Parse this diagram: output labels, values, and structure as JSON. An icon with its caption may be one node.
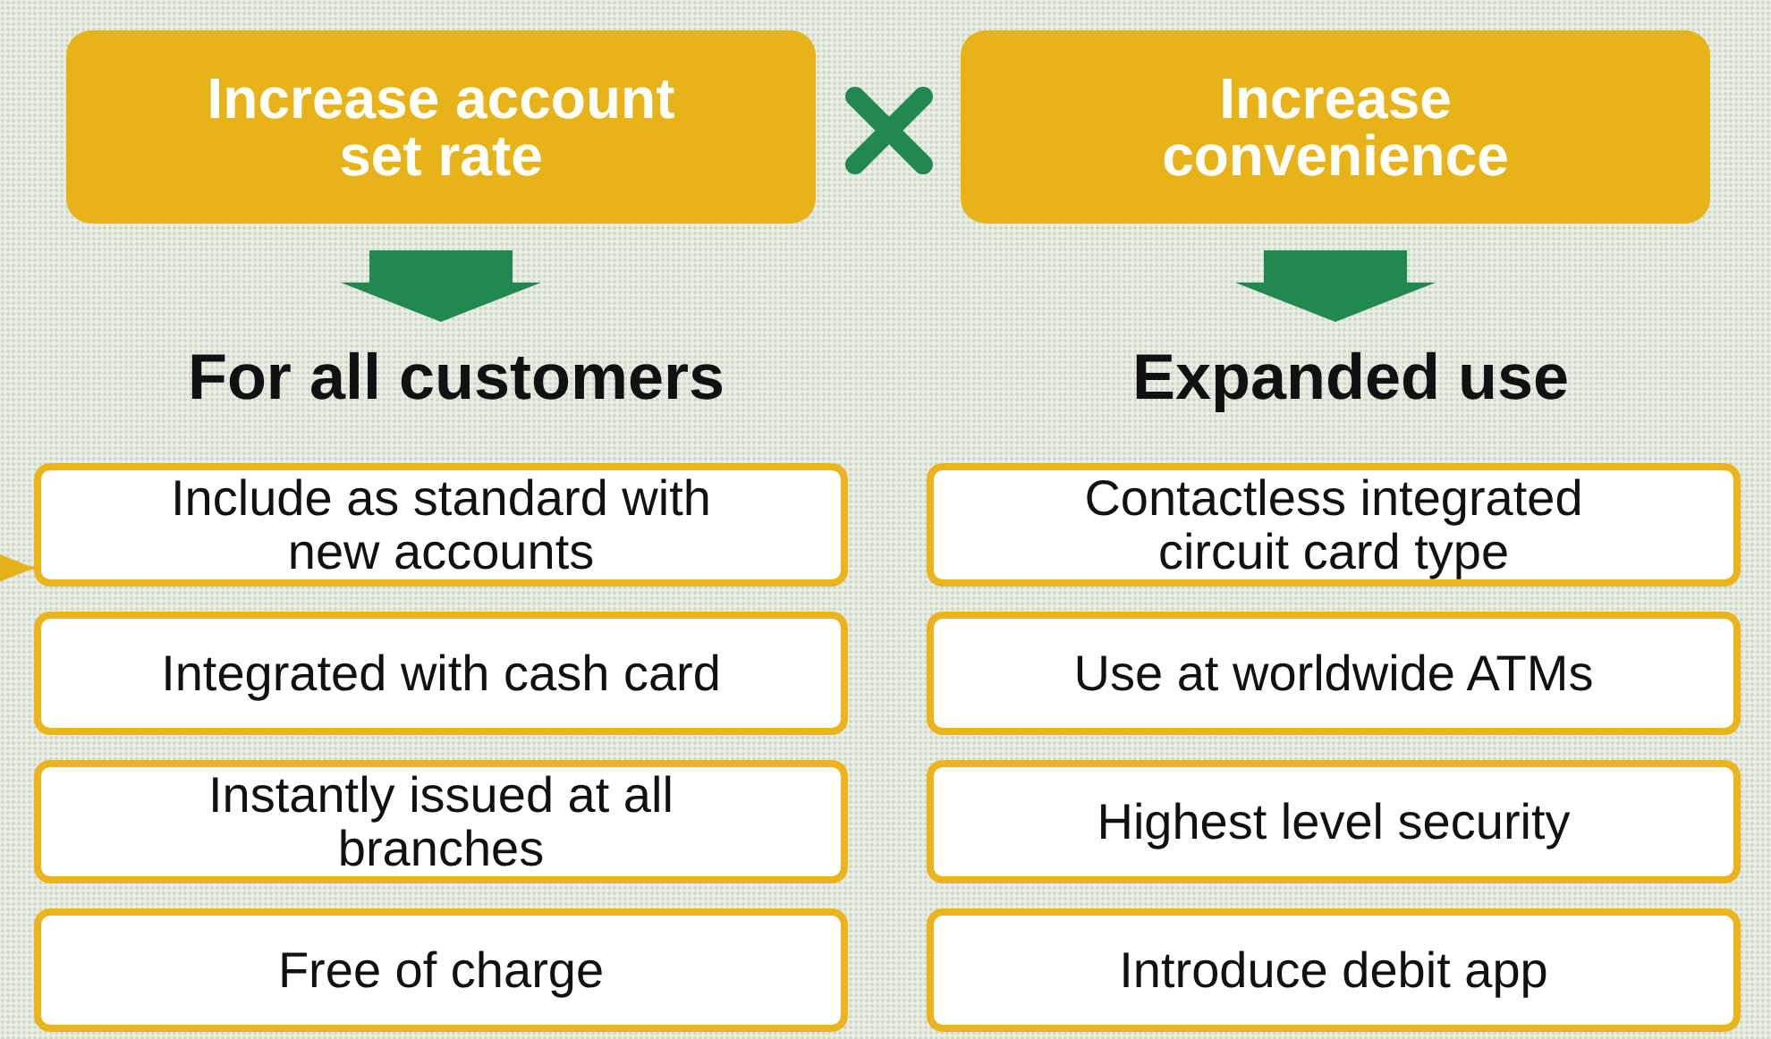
{
  "diagram": {
    "nodes": [
      {
        "text": [
          "Increase account set rate"
        ]
      },
      {
        "text": [
          "Increase convenience"
        ]
      },
      {
        "text": [
          "For all customers"
        ]
      },
      {
        "text": [
          "Expanded use"
        ]
      },
      {
        "text": [
          "Include as standard with new accounts"
        ]
      },
      {
        "text": [
          "Integrated with cash card"
        ]
      },
      {
        "text": [
          "Instantly issued at all branches"
        ]
      },
      {
        "text": [
          "Free of charge"
        ]
      },
      {
        "text": [
          "Contactless integrated circuit card type"
        ]
      },
      {
        "text": [
          "Use at worldwide ATMs"
        ]
      },
      {
        "text": [
          "Highest level security"
        ]
      },
      {
        "text": [
          "Introduce debit app"
        ]
      }
    ],
    "edges": [
      {
        "from": 0,
        "to": 2,
        "arrow": "to",
        "style": "thick"
      },
      {
        "from": 1,
        "to": 3,
        "arrow": "to",
        "style": "thick"
      },
      {
        "from": null,
        "to": 4,
        "arrow": "to",
        "color": "#e6b21a"
      }
    ]
  }
}
